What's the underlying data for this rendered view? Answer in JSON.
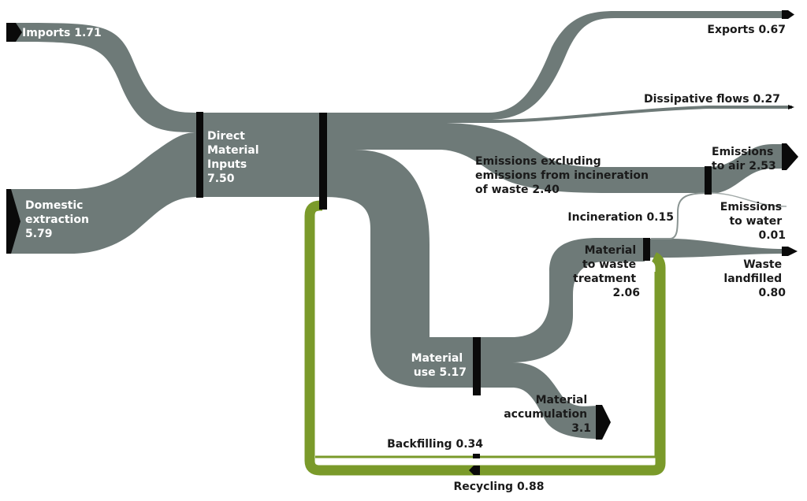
{
  "colors": {
    "flow": "#6e7a78",
    "recycle": "#7a9a2a",
    "node": "#0a0a0a",
    "text_dark": "#1a1a1a",
    "text_light": "#ffffff"
  },
  "labels": {
    "imports": "Imports 1.71",
    "domestic": [
      "Domestic",
      "extraction",
      "5.79"
    ],
    "dmi": [
      "Direct",
      "Material",
      "Inputs",
      "7.50"
    ],
    "exports": "Exports 0.67",
    "dissipative": "Dissipative flows 0.27",
    "emissions_excl": [
      "Emissions excluding",
      "emissions from incineration",
      "of waste 2.40"
    ],
    "emissions_air": [
      "Emissions",
      "to air 2.53"
    ],
    "emissions_water": [
      "Emissions",
      "to water",
      "0.01"
    ],
    "incineration": "Incineration 0.15",
    "waste_treatment": [
      "Material",
      "to waste",
      "treatment",
      "2.06"
    ],
    "waste_landfilled": [
      "Waste",
      "landfilled",
      "0.80"
    ],
    "material_use": [
      "Material",
      "use 5.17"
    ],
    "accumulation": [
      "Material",
      "accumulation",
      "3.1"
    ],
    "backfilling": "Backfilling 0.34",
    "recycling": "Recycling 0.88"
  }
}
